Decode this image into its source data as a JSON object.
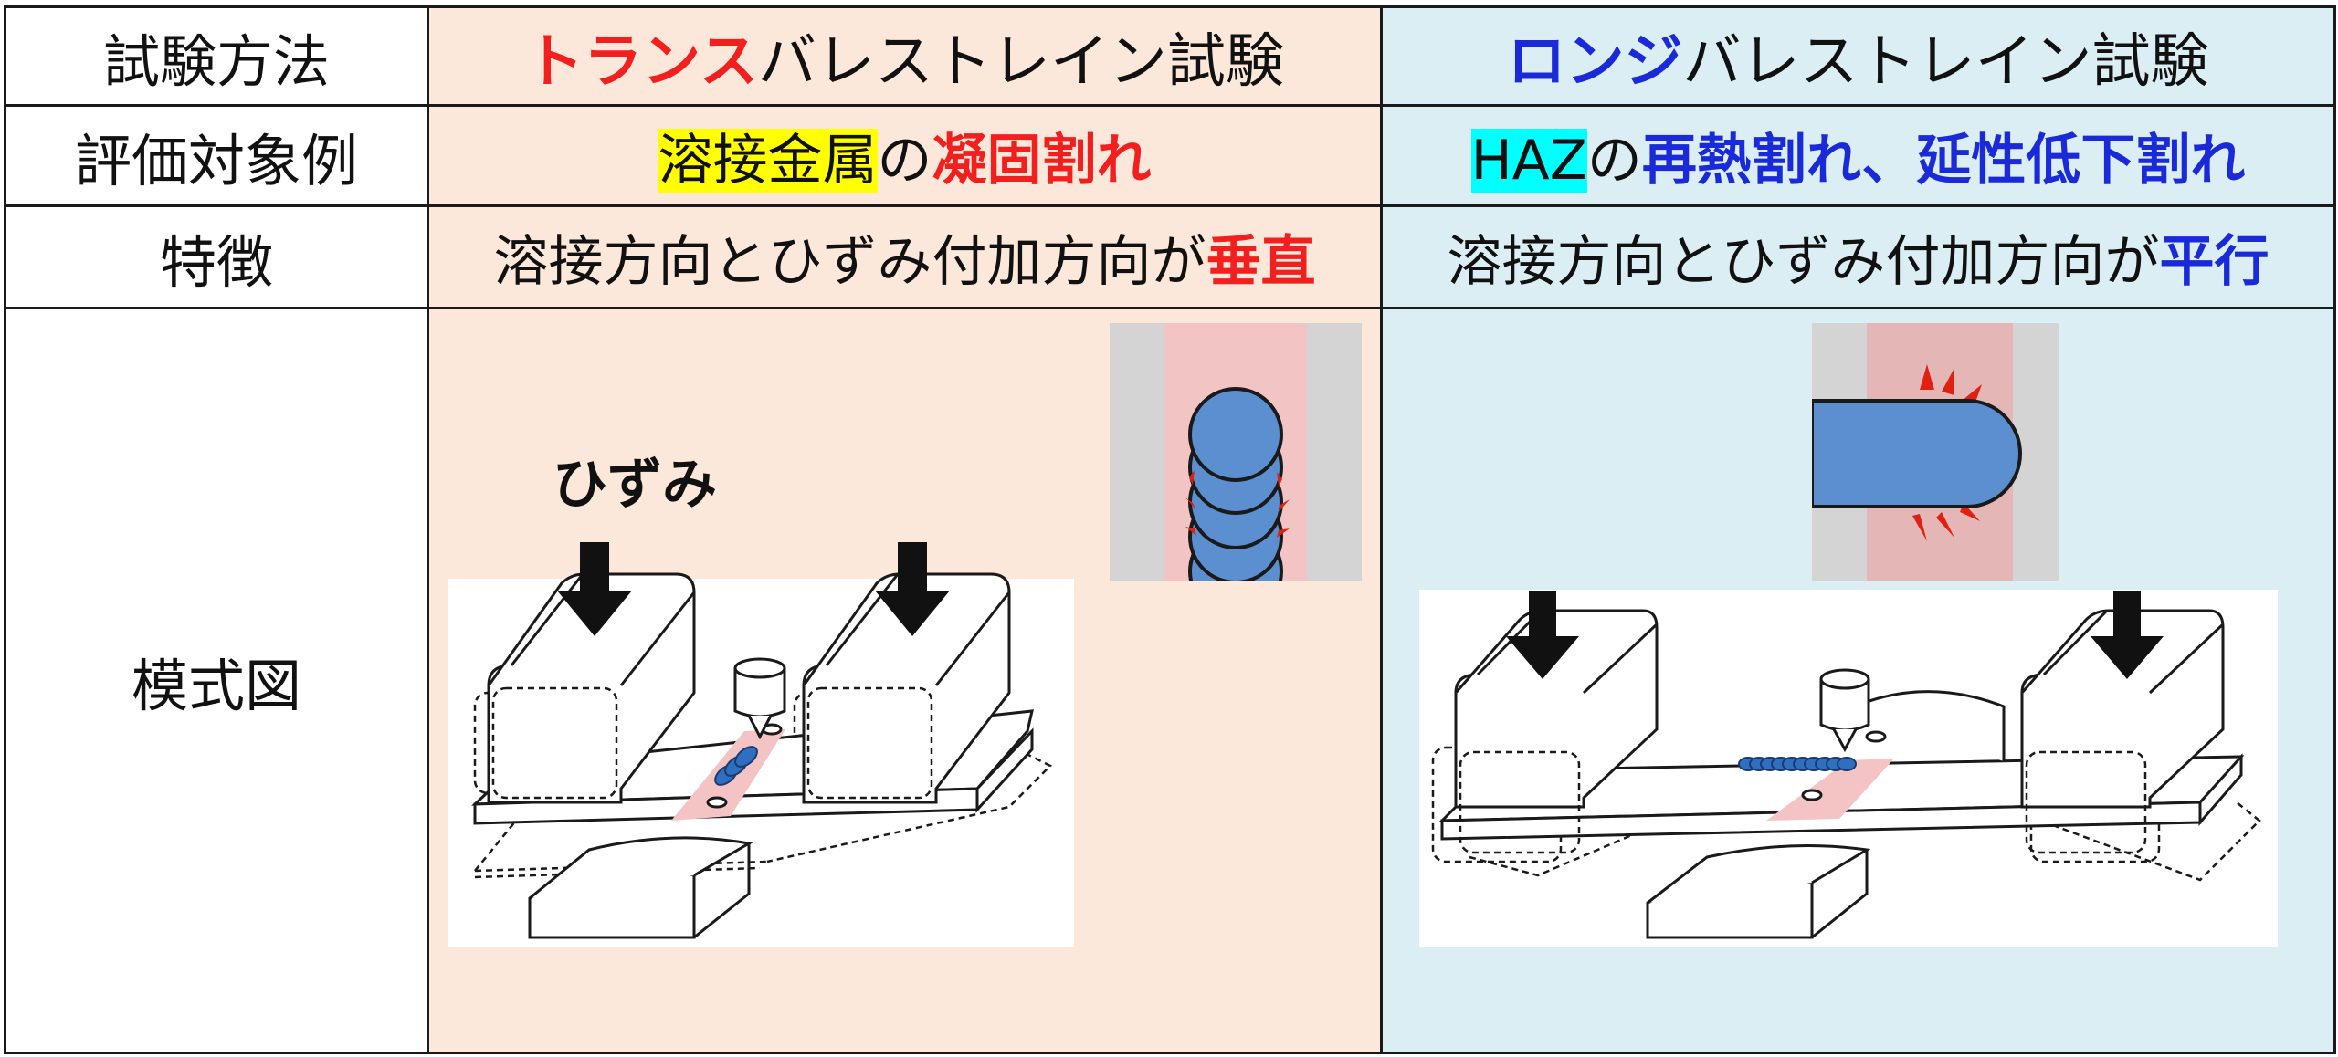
{
  "rows": {
    "method": {
      "label": "試験方法",
      "trans": {
        "emph": "トランス",
        "rest": "バレストレイン試験"
      },
      "longi": {
        "emph": "ロンジ",
        "rest": "バレストレイン試験"
      }
    },
    "target": {
      "label": "評価対象例",
      "trans": {
        "highlight": "溶接金属",
        "mid": "の",
        "emph": "凝固割れ"
      },
      "longi": {
        "highlight": "HAZ",
        "mid": "の",
        "emph": "再熱割れ、延性低下割れ"
      }
    },
    "feature": {
      "label": "特徴",
      "trans": {
        "text": "溶接方向とひずみ付加方向が",
        "emph": "垂直"
      },
      "longi": {
        "text": "溶接方向とひずみ付加方向が",
        "emph": "平行"
      }
    },
    "schematic": {
      "label": "模式図",
      "strain_label": "ひずみ"
    }
  },
  "colors": {
    "trans_bg": "#fce8db",
    "longi_bg": "#dbeef4",
    "accent_red": "#f21f1f",
    "accent_blue": "#1a2ad8",
    "bead": "#5b8fd0",
    "heat_zone": "#f2c4c4",
    "highlight_yellow": "#ffff00",
    "highlight_cyan": "#00ffff"
  }
}
